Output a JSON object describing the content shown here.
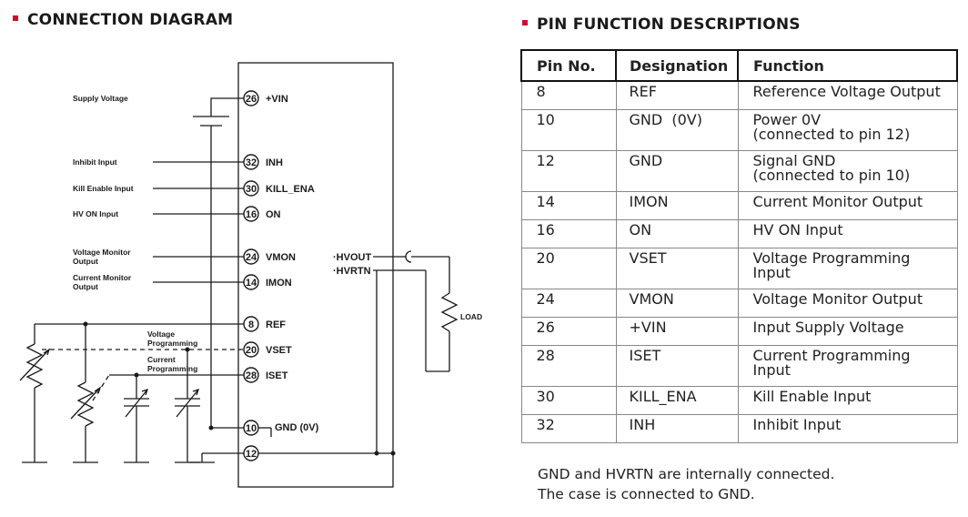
{
  "connection_diagram": {
    "title": "CONNECTION DIAGRAM",
    "signals": {
      "supply_voltage": "Supply Voltage",
      "inhibit_input": "Inhibit Input",
      "kill_enable_input": "Kill Enable Input",
      "hv_on_input": "HV ON Input",
      "voltage_monitor_output_1": "Voltage Monitor",
      "voltage_monitor_output_2": "Output",
      "current_monitor_output_1": "Current Monitor",
      "current_monitor_output_2": "Output",
      "voltage_programming_1": "Voltage",
      "voltage_programming_2": "Programming",
      "current_programming_1": "Current",
      "current_programming_2": "Programming",
      "load": "LOAD"
    },
    "pins": [
      {
        "number": "26",
        "label": "+VIN"
      },
      {
        "number": "32",
        "label": "INH"
      },
      {
        "number": "30",
        "label": "KILL_ENA"
      },
      {
        "number": "16",
        "label": "ON"
      },
      {
        "number": "24",
        "label": "VMON"
      },
      {
        "number": "14",
        "label": "IMON"
      },
      {
        "number": "8",
        "label": "REF"
      },
      {
        "number": "20",
        "label": "VSET"
      },
      {
        "number": "28",
        "label": "ISET"
      },
      {
        "number": "10",
        "label": "GND (0V)"
      },
      {
        "number": "12",
        "label": ""
      }
    ],
    "outputs": {
      "hvout": "·HVOUT",
      "hvrtn": "·HVRTN"
    }
  },
  "pin_functions": {
    "title": "PIN FUNCTION DESCRIPTIONS",
    "columns": [
      "Pin No.",
      "Designation",
      "Function"
    ],
    "rows": [
      {
        "pin": "8",
        "designation": "REF",
        "function": [
          "Reference Voltage Output"
        ]
      },
      {
        "pin": "10",
        "designation": "GND  (0V)",
        "function": [
          "Power 0V",
          "(connected to pin 12)"
        ]
      },
      {
        "pin": "12",
        "designation": "GND",
        "function": [
          "Signal GND",
          "(connected to pin 10)"
        ]
      },
      {
        "pin": "14",
        "designation": "IMON",
        "function": [
          "Current Monitor Output"
        ]
      },
      {
        "pin": "16",
        "designation": "ON",
        "function": [
          "HV ON Input"
        ]
      },
      {
        "pin": "20",
        "designation": "VSET",
        "function": [
          "Voltage Programming",
          "Input"
        ]
      },
      {
        "pin": "24",
        "designation": "VMON",
        "function": [
          "Voltage Monitor Output"
        ]
      },
      {
        "pin": "26",
        "designation": "+VIN",
        "function": [
          "Input Supply Voltage"
        ]
      },
      {
        "pin": "28",
        "designation": "ISET",
        "function": [
          "Current Programming",
          "Input"
        ]
      },
      {
        "pin": "30",
        "designation": "KILL_ENA",
        "function": [
          "Kill Enable Input"
        ]
      },
      {
        "pin": "32",
        "designation": "INH",
        "function": [
          "Inhibit Input"
        ]
      }
    ]
  },
  "notes": [
    "GND and HVRTN are internally connected.",
    "The case is connected to GND."
  ],
  "colors": {
    "accent": "#c4122f",
    "line": "#1a1a1a"
  }
}
